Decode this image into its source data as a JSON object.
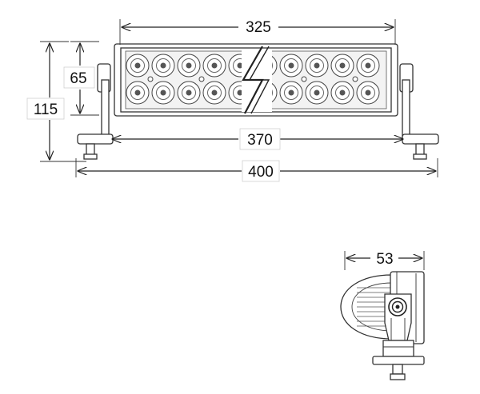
{
  "dimensions": {
    "lens_span": "325",
    "body_height": "65",
    "overall_height": "115",
    "mount_span": "370",
    "overall_width": "400",
    "depth": "53"
  }
}
